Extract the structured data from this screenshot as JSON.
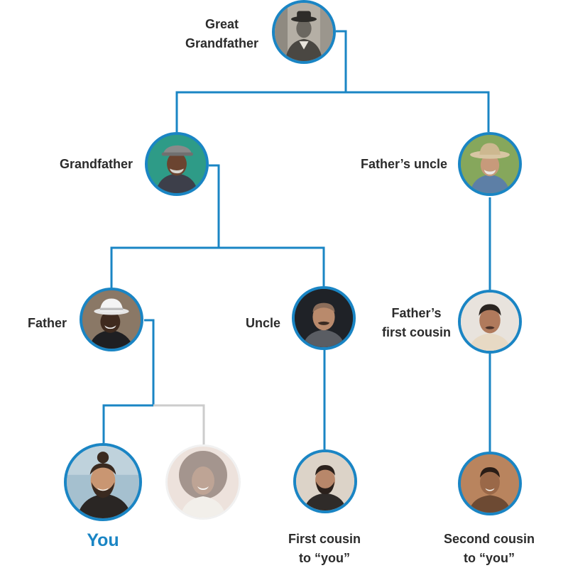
{
  "colors": {
    "accent": "#1a85c4",
    "muted_connector": "#cccccc",
    "label": "#2b2b2b"
  },
  "people": {
    "great_grandfather": {
      "label": [
        "Great",
        "Grandfather"
      ],
      "photo": "elderly man in hat, sepia photograph"
    },
    "grandfather": {
      "label": [
        "Grandfather"
      ],
      "photo": "elderly man with grey mustache in flat cap"
    },
    "fathers_uncle": {
      "label": [
        "Father’s uncle"
      ],
      "photo": "elderly man in straw cowboy hat"
    },
    "father": {
      "label": [
        "Father"
      ],
      "photo": "smiling man in white fedora"
    },
    "uncle": {
      "label": [
        "Uncle"
      ],
      "photo": "middle-aged bald man with mustache"
    },
    "fathers_first_cousin": {
      "label": [
        "Father’s",
        "first cousin"
      ],
      "photo": "middle-aged man with short hair"
    },
    "you": {
      "label": [
        "You"
      ],
      "photo": "smiling young man with top knot and beard"
    },
    "sibling": {
      "label": [],
      "photo": "smiling young woman with curly hair (faded)"
    },
    "first_cousin": {
      "label": [
        "First cousin",
        "to “you”"
      ],
      "photo": "young man with beard"
    },
    "second_cousin": {
      "label": [
        "Second cousin",
        "to “you”"
      ],
      "photo": "smiling young man"
    }
  }
}
